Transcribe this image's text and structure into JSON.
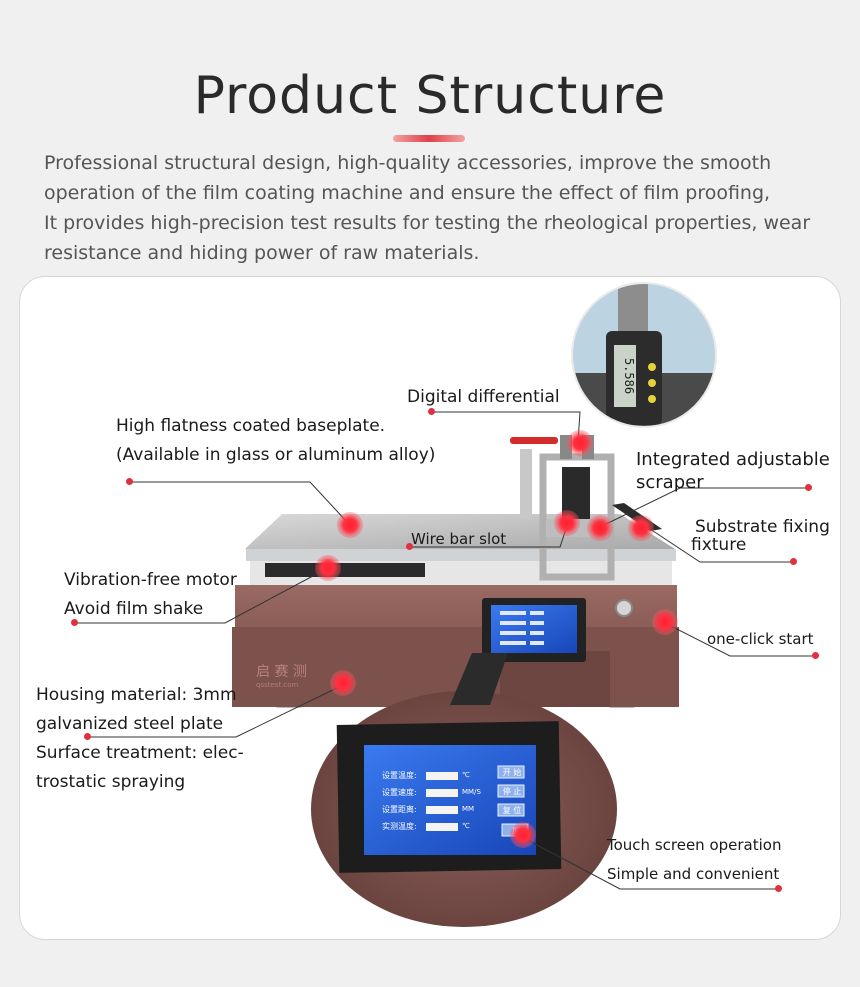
{
  "header": {
    "title": "Product Structure",
    "intro_lines": [
      "Professional structural design, high-quality accessories, improve the  smooth",
      "operation of  the film coating machine and ensure the effect of film proofing,",
      "It provides high-precision test results for testing the rheological properties, wear",
      "resistance and hiding power of raw materials."
    ]
  },
  "colors": {
    "accent": "#e23040",
    "housing": "#8a5a54",
    "screen": "#1f5fd6"
  },
  "callouts": {
    "digital_differential": "Digital differential",
    "baseplate_line1": "High flatness coated baseplate.",
    "baseplate_line2": "(Available in glass or aluminum alloy)",
    "scraper_line1": "Integrated adjustable",
    "scraper_line2": "scraper",
    "wire_bar_slot": "Wire bar slot",
    "fixture_line1": "Substrate fixing",
    "fixture_line2": "fixture",
    "motor_line1": "Vibration-free motor",
    "motor_line2": "Avoid film shake",
    "one_click_start": "one-click start",
    "housing_line1": "Housing material: 3mm",
    "housing_line2": "galvanized steel plate",
    "housing_line3": "Surface treatment: elec-",
    "housing_line4": "trostatic spraying",
    "touch_line1": "Touch screen operation",
    "touch_line2": "Simple and convenient"
  },
  "gauge": {
    "reading": "5.586"
  },
  "screen": {
    "rows": [
      {
        "label": "设置温度:",
        "unit": "℃",
        "button": "开 始"
      },
      {
        "label": "设置速度:",
        "unit": "MM/S",
        "button": "停 止"
      },
      {
        "label": "设置距离:",
        "unit": "MM",
        "button": "复 位"
      },
      {
        "label": "实测温度:",
        "unit": "℃",
        "button": "加"
      }
    ]
  },
  "brand": {
    "mark": "启 赛 测",
    "sub": "qsstest.com"
  }
}
